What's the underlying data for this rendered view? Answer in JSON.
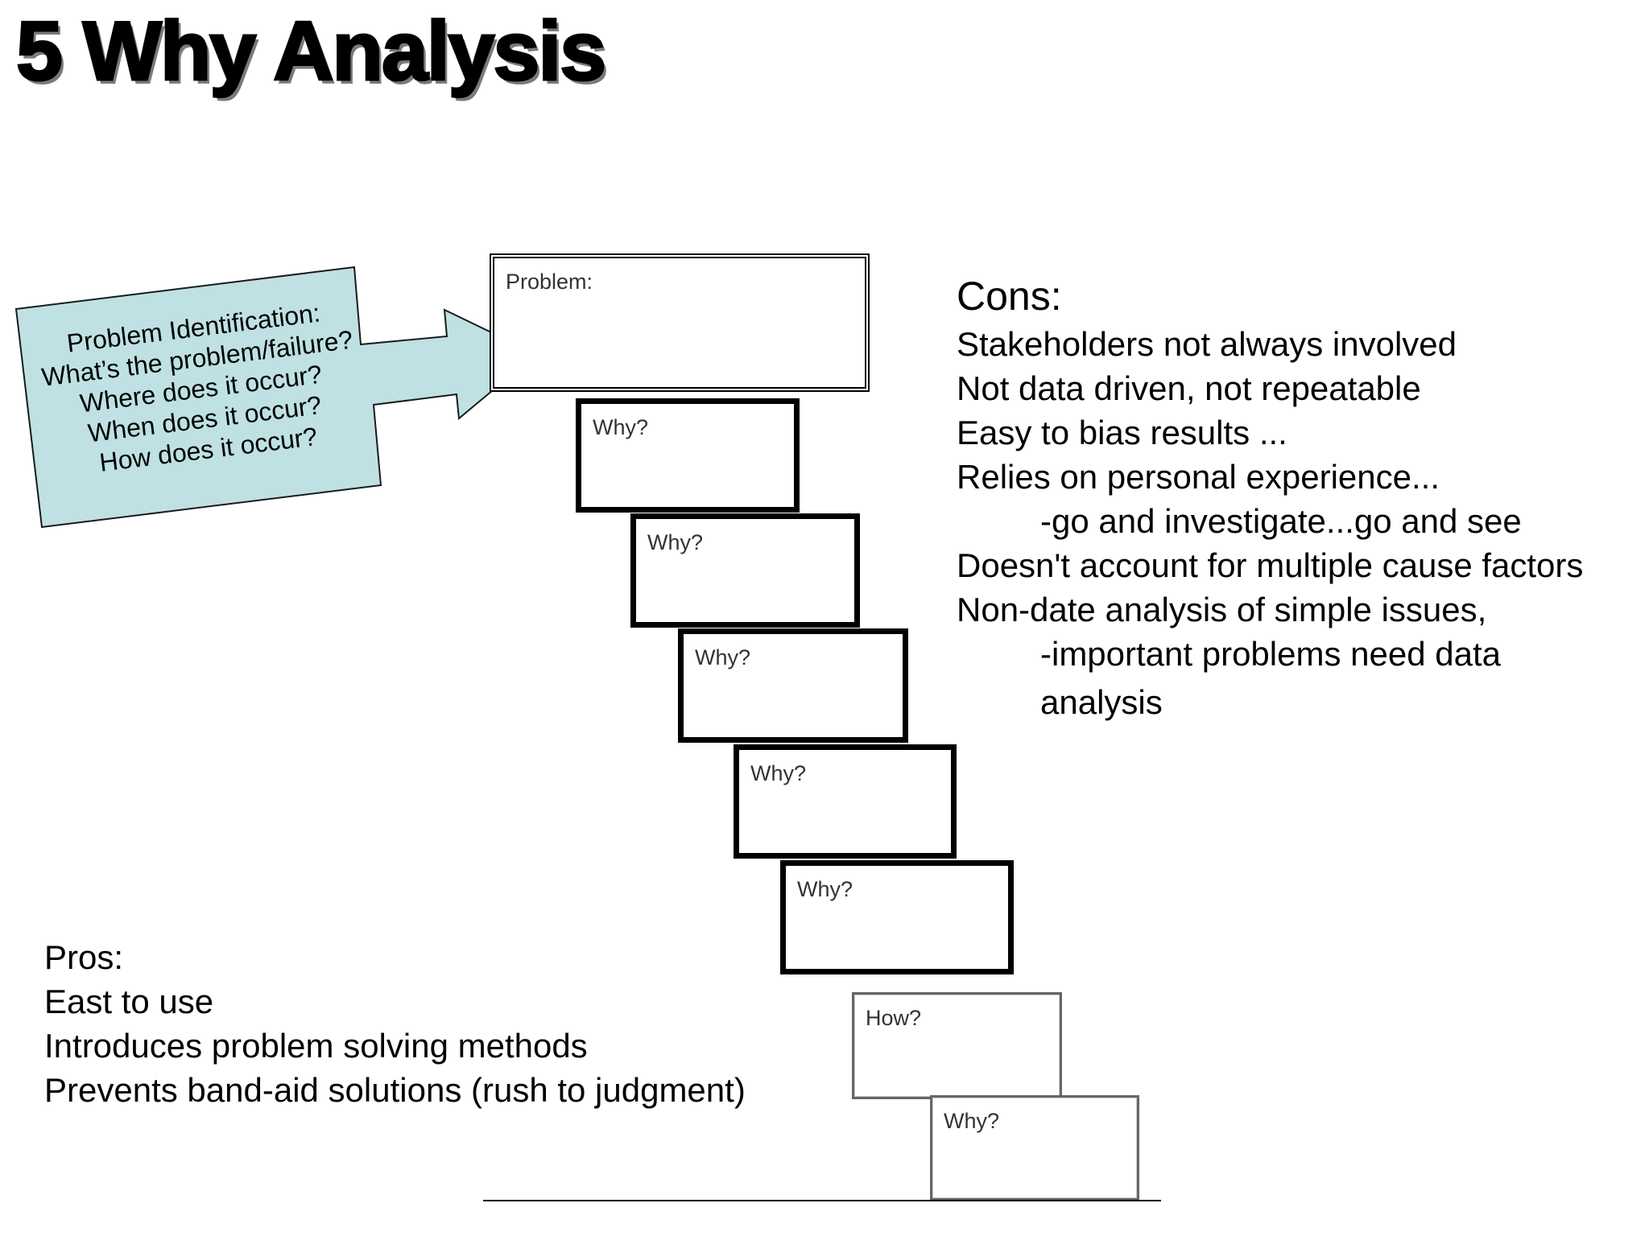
{
  "title": "5 Why Analysis",
  "callout": {
    "lines": [
      "Problem Identification:",
      "What’s the problem/failure?",
      "Where does it occur?",
      "When does it occur?",
      "How does it occur?"
    ],
    "fill_color": "#bfe1e3"
  },
  "staircase": {
    "problem_label": "Problem:",
    "why_labels": [
      "Why?",
      "Why?",
      "Why?",
      "Why?",
      "Why?"
    ],
    "how_label": "How?",
    "final_why_label": "Why?"
  },
  "cons": {
    "heading": "Cons:",
    "items": [
      "Stakeholders not always involved",
      "Not data driven, not repeatable",
      "Easy to bias results ...",
      "Relies on personal experience...",
      "-go and investigate...go and see",
      "Doesn't account for multiple cause factors",
      "Non-date analysis of simple issues,",
      "-important problems need data",
      "analysis"
    ]
  },
  "pros": {
    "heading": "Pros:",
    "items": [
      "East to use",
      "Introduces problem solving methods",
      "Prevents band-aid solutions (rush to judgment)"
    ]
  }
}
